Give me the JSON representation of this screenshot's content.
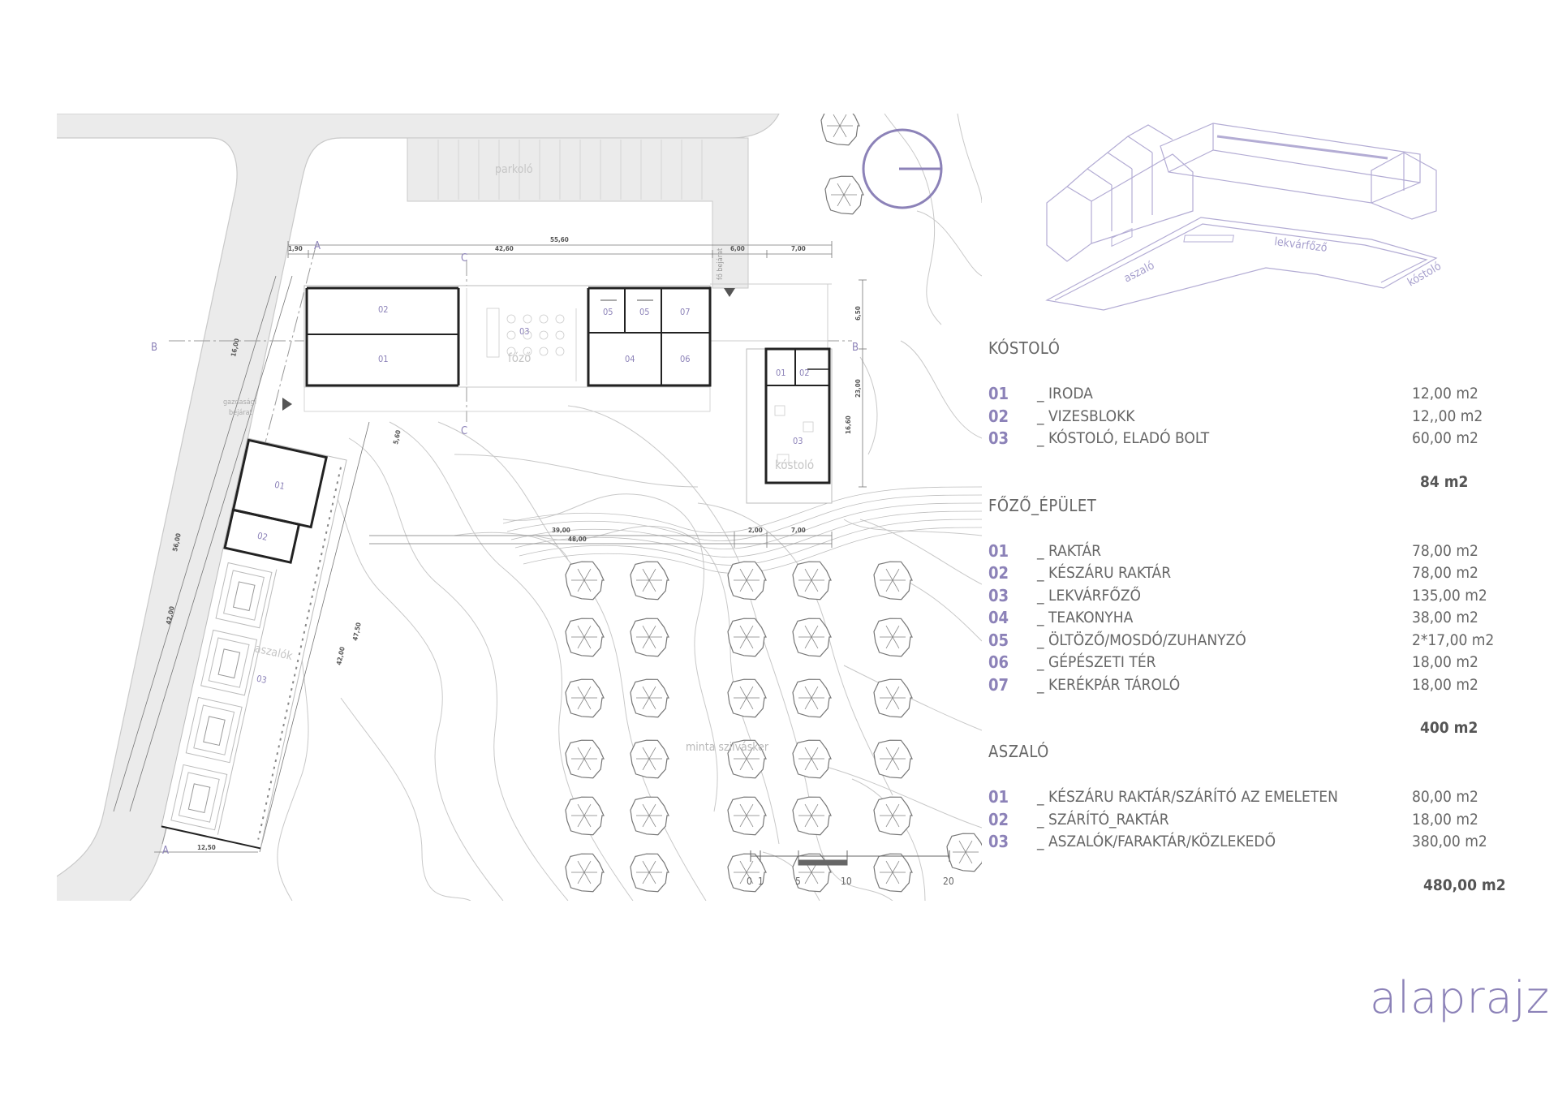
{
  "title": "alaprajz",
  "plan": {
    "labels": {
      "parkolo": "parkoló",
      "gazdasagi": "gazdasági",
      "bejarat": "bejárat",
      "fobejarat": "fő bejárat",
      "fozo": "főző",
      "kostolo": "kóstoló",
      "aszalok": "aszalók",
      "minta": "minta szilvásker"
    },
    "rooms_fozo": [
      "02",
      "01",
      "03",
      "05",
      "05",
      "07",
      "04",
      "06"
    ],
    "rooms_kostolo": [
      "01",
      "02",
      "03"
    ],
    "rooms_aszalo": [
      "01",
      "02",
      "03"
    ],
    "dims": {
      "d5560": "55,60",
      "d4260": "42,60",
      "d190": "1,90",
      "d600": "6,00",
      "d700a": "7,00",
      "d1600": "16,00",
      "d650": "6,50",
      "d2300": "23,00",
      "d1660": "16,60",
      "d3900": "39,00",
      "d4800": "48,00",
      "d200": "2,00",
      "d700b": "7,00",
      "d5600": "56,00",
      "d4200a": "42,00",
      "d4200b": "42,00",
      "d4750": "47,50",
      "d560": "5,60",
      "d1250": "12,50"
    },
    "cuts": {
      "a": "A",
      "b": "B",
      "c": "C"
    },
    "scale": [
      "0",
      "1",
      "5",
      "10",
      "20"
    ]
  },
  "axo": {
    "labels": [
      "aszaló",
      "lekvárfőző",
      "kóstoló"
    ]
  },
  "sections": [
    {
      "title": "KÓSTOLÓ",
      "items": [
        {
          "num": "01",
          "name": "_ IRODA",
          "area": "12,00 m2"
        },
        {
          "num": "02",
          "name": "_ VIZESBLOKK",
          "area": "12,,00 m2"
        },
        {
          "num": "03",
          "name": "_ KÓSTOLÓ, ELADÓ BOLT",
          "area": "60,00 m2"
        }
      ],
      "total": "84 m2"
    },
    {
      "title": "FŐZŐ_ÉPÜLET",
      "items": [
        {
          "num": "01",
          "name": "_ RAKTÁR",
          "area": "78,00 m2"
        },
        {
          "num": "02",
          "name": "_ KÉSZÁRU RAKTÁR",
          "area": "78,00 m2"
        },
        {
          "num": "03",
          "name": "_ LEKVÁRFŐZŐ",
          "area": "135,00 m2"
        },
        {
          "num": "04",
          "name": "_ TEAKONYHA",
          "area": "38,00 m2"
        },
        {
          "num": "05",
          "name": "_ ÖLTÖZŐ/MOSDÓ/ZUHANYZÓ",
          "area": "2*17,00 m2"
        },
        {
          "num": "06",
          "name": "_ GÉPÉSZETI TÉR",
          "area": "18,00 m2"
        },
        {
          "num": "07",
          "name": "_ KERÉKPÁR TÁROLÓ",
          "area": "18,00 m2"
        }
      ],
      "total": "400 m2"
    },
    {
      "title": "ASZALÓ",
      "items": [
        {
          "num": "01",
          "name": "_ KÉSZÁRU RAKTÁR/SZÁRÍTÓ AZ EMELETEN",
          "area": "80,00 m2"
        },
        {
          "num": "02",
          "name": "_ SZÁRÍTÓ_RAKTÁR",
          "area": "18,00 m2"
        },
        {
          "num": "03",
          "name": "_ ASZALÓK/FARAKTÁR/KÖZLEKEDŐ",
          "area": "380,00 m2"
        }
      ],
      "total": "480,00 m2"
    }
  ],
  "colors": {
    "accent": "#8c82b8",
    "road": "#ebebeb",
    "wall": "#222222",
    "line": "#b0b0b0"
  }
}
